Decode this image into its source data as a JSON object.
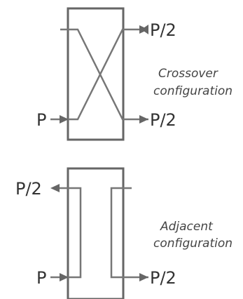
{
  "crossover": {
    "caption_line1": "Crossover",
    "caption_line2": "configuration",
    "input_label": "P",
    "output_top_label": "P/2",
    "output_bottom_label": "P/2"
  },
  "adjacent": {
    "caption_line1": "Adjacent",
    "caption_line2": "configuration",
    "input_label": "P",
    "reflected_label": "P/2",
    "output_label": "P/2"
  },
  "colors": {
    "line": "#666666",
    "text": "#333333"
  }
}
